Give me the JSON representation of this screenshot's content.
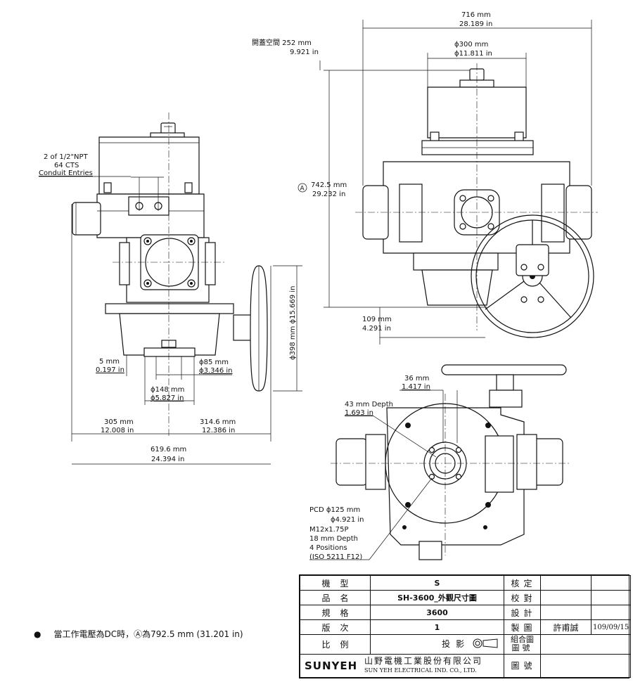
{
  "dims": {
    "conduit": [
      "2 of 1/2\"NPT",
      "64 CTS",
      "Conduit Entries"
    ],
    "d5": [
      "5 mm",
      "0.197 in"
    ],
    "d85": [
      "ϕ85 mm",
      "ϕ3.346 in"
    ],
    "d148": [
      "ϕ148 mm",
      "ϕ5.827 in"
    ],
    "d305": [
      "305 mm",
      "12.008 in"
    ],
    "d3146": [
      "314.6 mm",
      "12.386 in"
    ],
    "d6196": [
      "619.6 mm",
      "24.394 in"
    ],
    "d398": "ϕ398 mm ϕ15.669 in",
    "d716": [
      "716 mm",
      "28.189 in"
    ],
    "d300": [
      "ϕ300 mm",
      "ϕ11.811 in"
    ],
    "cover": [
      "開蓋空間 252 mm",
      "9.921 in"
    ],
    "d7425": [
      "742.5 mm",
      "29.232 in"
    ],
    "d7425_marker": "A",
    "d109": [
      "109 mm",
      "4.291 in"
    ],
    "d36": [
      "36 mm",
      "1.417 in"
    ],
    "depth43": [
      "43 mm Depth",
      "1.693 in"
    ],
    "pcd": [
      "PCD ϕ125 mm",
      "ϕ4.921 in",
      "M12x1.75P",
      "18 mm Depth",
      "4 Positions",
      "(ISO 5211 F12)"
    ]
  },
  "title_block": {
    "rows": [
      {
        "label": "機型",
        "value": "S",
        "right_label": "核定",
        "right_value": "",
        "right_date": ""
      },
      {
        "label": "品名",
        "value": "SH-3600_外觀尺寸圖",
        "right_label": "校對",
        "right_value": "",
        "right_date": ""
      },
      {
        "label": "規格",
        "value": "3600",
        "right_label": "設計",
        "right_value": "",
        "right_date": ""
      },
      {
        "label": "版次",
        "value": "1",
        "right_label": "製圖",
        "right_value": "許甫誠",
        "right_date": "109/09/15"
      }
    ],
    "scale_label": "比例",
    "projection_label": "投影",
    "assembly_label": [
      "組合圖",
      "圖號"
    ],
    "drawing_no_label": "圖號",
    "logo": "SUNYEH",
    "company_zh": "山野電機工業股份有限公司",
    "company_en": "SUN YEH ELECTRICAL IND. CO., LTD."
  },
  "note": {
    "text": "當工作電壓為DC時，Ⓐ為792.5 mm (31.201 in)"
  }
}
